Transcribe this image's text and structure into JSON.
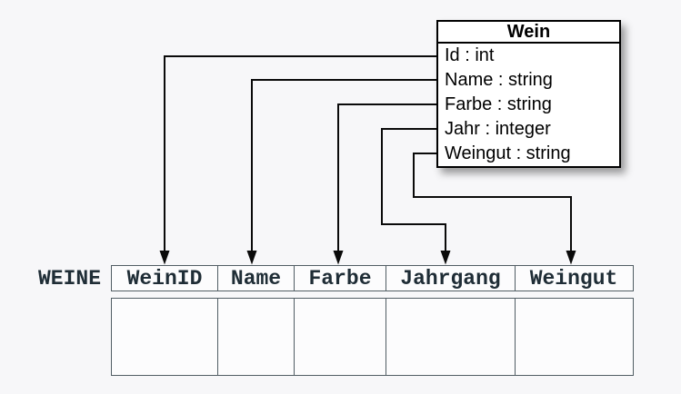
{
  "diagram": {
    "class_box": {
      "title": "Wein",
      "attributes": [
        "Id : int",
        "Name : string",
        "Farbe : string",
        "Jahr : integer",
        "Weingut : string"
      ]
    },
    "arrows": [
      {
        "from": "Id",
        "to": "WeinID"
      },
      {
        "from": "Name",
        "to": "Name"
      },
      {
        "from": "Farbe",
        "to": "Farbe"
      },
      {
        "from": "Jahr",
        "to": "Jahrgang"
      },
      {
        "from": "Weingut",
        "to": "Weingut"
      }
    ],
    "table": {
      "label": "WEINE",
      "columns": [
        "WeinID",
        "Name",
        "Farbe",
        "Jahrgang",
        "Weingut"
      ],
      "empty_body_rows": 1
    },
    "colors": {
      "background": "#f7f7f9",
      "class_box_border": "#000000",
      "class_box_fill": "#ffffff",
      "connector": "#0a0a0a",
      "table_border": "#515d64",
      "table_text": "#1f2d36",
      "cell_fill": "#fcfcfd"
    }
  }
}
